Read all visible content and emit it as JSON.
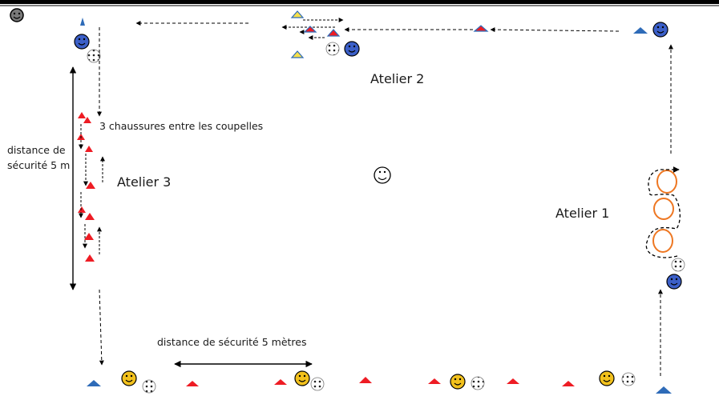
{
  "labels": {
    "atelier1": "Atelier 1",
    "atelier2": "Atelier 2",
    "atelier3": "Atelier 3",
    "chaussures": "3 chaussures entre les coupelles",
    "distance_securite_1": "distance de",
    "distance_securite_2": "sécurité 5 m",
    "distance_securite_bottom": "distance de sécurité 5 mètres"
  },
  "colors": {
    "red_cone": "#ee1c24",
    "blue_cone": "#2e6bb8",
    "yellow_cone": "#f7e04a",
    "blue_player": "#3b5fc8",
    "yellow_player": "#f2c11d",
    "hoop": "#ee7722",
    "line": "#000000"
  },
  "icons": {
    "player": "smiley-face-icon",
    "ball": "soccer-ball-icon",
    "cone": "cone-icon",
    "hoop": "hoop-icon"
  }
}
